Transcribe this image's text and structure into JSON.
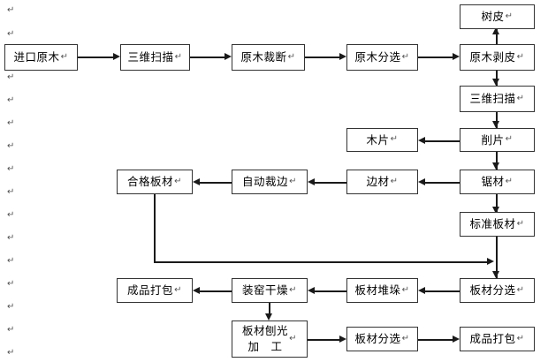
{
  "document": {
    "return_mark": "↵",
    "margin_marks_count": 16
  },
  "diagram": {
    "title": "",
    "type": "flowchart",
    "nodes": [
      {
        "id": "import-logs",
        "label": "进口原木"
      },
      {
        "id": "scan-3d-1",
        "label": "三维扫描"
      },
      {
        "id": "log-cutting",
        "label": "原木裁断"
      },
      {
        "id": "log-sorting",
        "label": "原木分选"
      },
      {
        "id": "log-debarking",
        "label": "原木剥皮"
      },
      {
        "id": "bark",
        "label": "树皮"
      },
      {
        "id": "scan-3d-2",
        "label": "三维扫描"
      },
      {
        "id": "chipping",
        "label": "削片"
      },
      {
        "id": "wood-chips",
        "label": "木片"
      },
      {
        "id": "sawn-timber",
        "label": "锯材"
      },
      {
        "id": "side-boards",
        "label": "边材"
      },
      {
        "id": "auto-edging",
        "label": "自动裁边"
      },
      {
        "id": "qualified-boards",
        "label": "合格板材"
      },
      {
        "id": "standard-boards",
        "label": "标准板材"
      },
      {
        "id": "board-sorting-1",
        "label": "板材分选"
      },
      {
        "id": "board-stacking",
        "label": "板材堆垛"
      },
      {
        "id": "kiln-drying",
        "label": "装窑干燥"
      },
      {
        "id": "packing-1",
        "label": "成品打包"
      },
      {
        "id": "board-planing",
        "label": "板材刨光\n加　工"
      },
      {
        "id": "board-sorting-2",
        "label": "板材分选"
      },
      {
        "id": "packing-2",
        "label": "成品打包"
      }
    ],
    "edges": [
      {
        "from": "import-logs",
        "to": "scan-3d-1",
        "direction": "right"
      },
      {
        "from": "scan-3d-1",
        "to": "log-cutting",
        "direction": "right"
      },
      {
        "from": "log-cutting",
        "to": "log-sorting",
        "direction": "right"
      },
      {
        "from": "log-sorting",
        "to": "log-debarking",
        "direction": "right"
      },
      {
        "from": "log-debarking",
        "to": "bark",
        "direction": "up"
      },
      {
        "from": "log-debarking",
        "to": "scan-3d-2",
        "direction": "down"
      },
      {
        "from": "scan-3d-2",
        "to": "chipping",
        "direction": "down"
      },
      {
        "from": "chipping",
        "to": "wood-chips",
        "direction": "left"
      },
      {
        "from": "chipping",
        "to": "sawn-timber",
        "direction": "down"
      },
      {
        "from": "sawn-timber",
        "to": "side-boards",
        "direction": "left"
      },
      {
        "from": "side-boards",
        "to": "auto-edging",
        "direction": "left"
      },
      {
        "from": "auto-edging",
        "to": "qualified-boards",
        "direction": "left"
      },
      {
        "from": "sawn-timber",
        "to": "standard-boards",
        "direction": "down"
      },
      {
        "from": "standard-boards",
        "to": "board-sorting-1",
        "direction": "down"
      },
      {
        "from": "qualified-boards",
        "to": "board-sorting-1",
        "direction": "down-right"
      },
      {
        "from": "board-sorting-1",
        "to": "board-stacking",
        "direction": "left"
      },
      {
        "from": "board-stacking",
        "to": "kiln-drying",
        "direction": "left"
      },
      {
        "from": "kiln-drying",
        "to": "packing-1",
        "direction": "left"
      },
      {
        "from": "kiln-drying",
        "to": "board-planing",
        "direction": "down"
      },
      {
        "from": "board-planing",
        "to": "board-sorting-2",
        "direction": "right"
      },
      {
        "from": "board-sorting-2",
        "to": "packing-2",
        "direction": "right"
      }
    ]
  }
}
